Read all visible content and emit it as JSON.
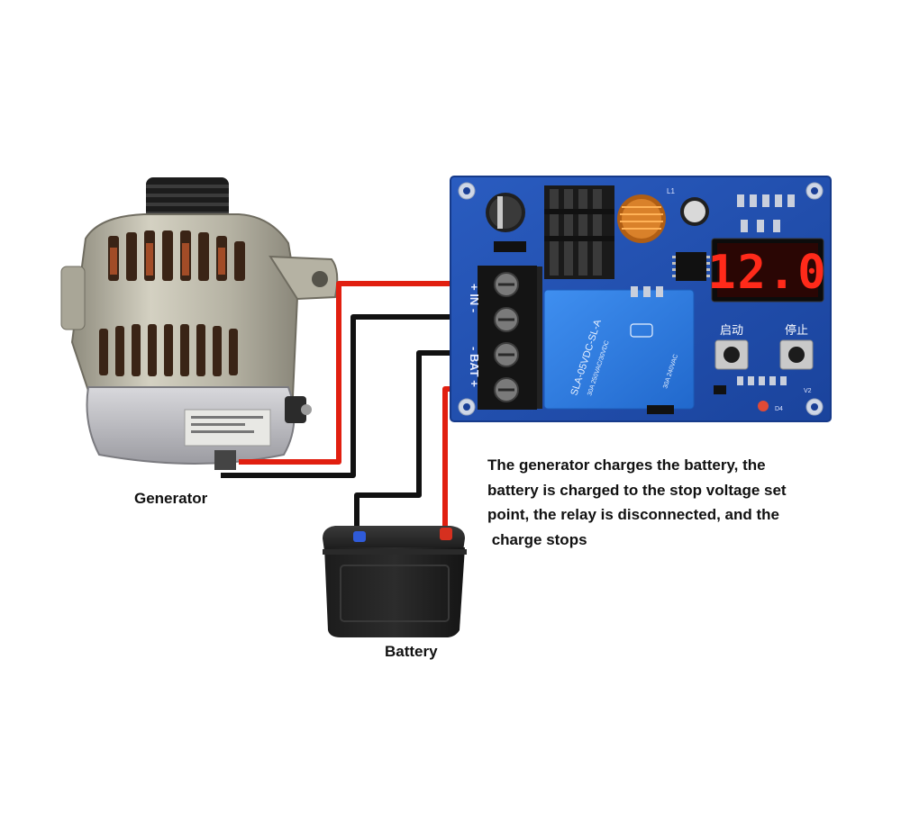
{
  "labels": {
    "generator": "Generator",
    "battery": "Battery"
  },
  "caption_lines": [
    "The generator charges the battery, the",
    "battery is charged to the stop voltage set",
    "point, the relay is disconnected, and the",
    " charge stops"
  ],
  "board": {
    "display_value": "12.0",
    "start_button": "启动",
    "stop_button": "停止",
    "terminal_in": "+ IN -",
    "terminal_bat": "- BAT +",
    "relay_model": "SLA-05VDC-SL-A",
    "relay_rating_1": "30A 250VAC/30VDC",
    "relay_rating_2": "30A 240VAC",
    "inductor_label": "L1",
    "led_label": "D4",
    "pot_label": "V2"
  },
  "colors": {
    "board": "#1f4fb0",
    "relay": "#2f7be0",
    "display_digits": "#ff2a1a",
    "wire_positive": "#e11f10",
    "wire_negative": "#111111",
    "alternator": "#b9b6a6"
  }
}
